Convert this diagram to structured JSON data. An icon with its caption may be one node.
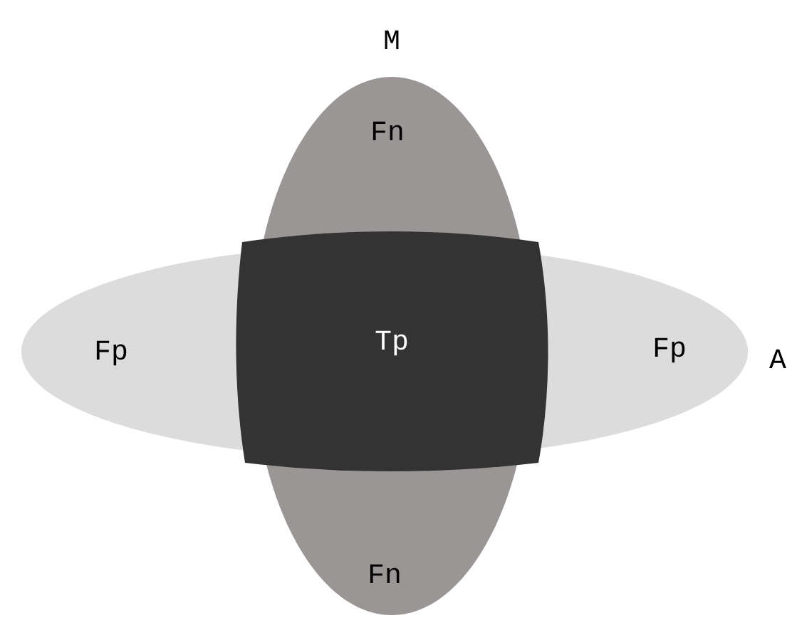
{
  "diagram": {
    "nodes": [
      {
        "text": [
          "M",
          "Fn",
          "Fn"
        ]
      },
      {
        "text": [
          "Fp",
          "Fp",
          "A"
        ]
      },
      {
        "text": [
          "Tp"
        ]
      }
    ]
  }
}
